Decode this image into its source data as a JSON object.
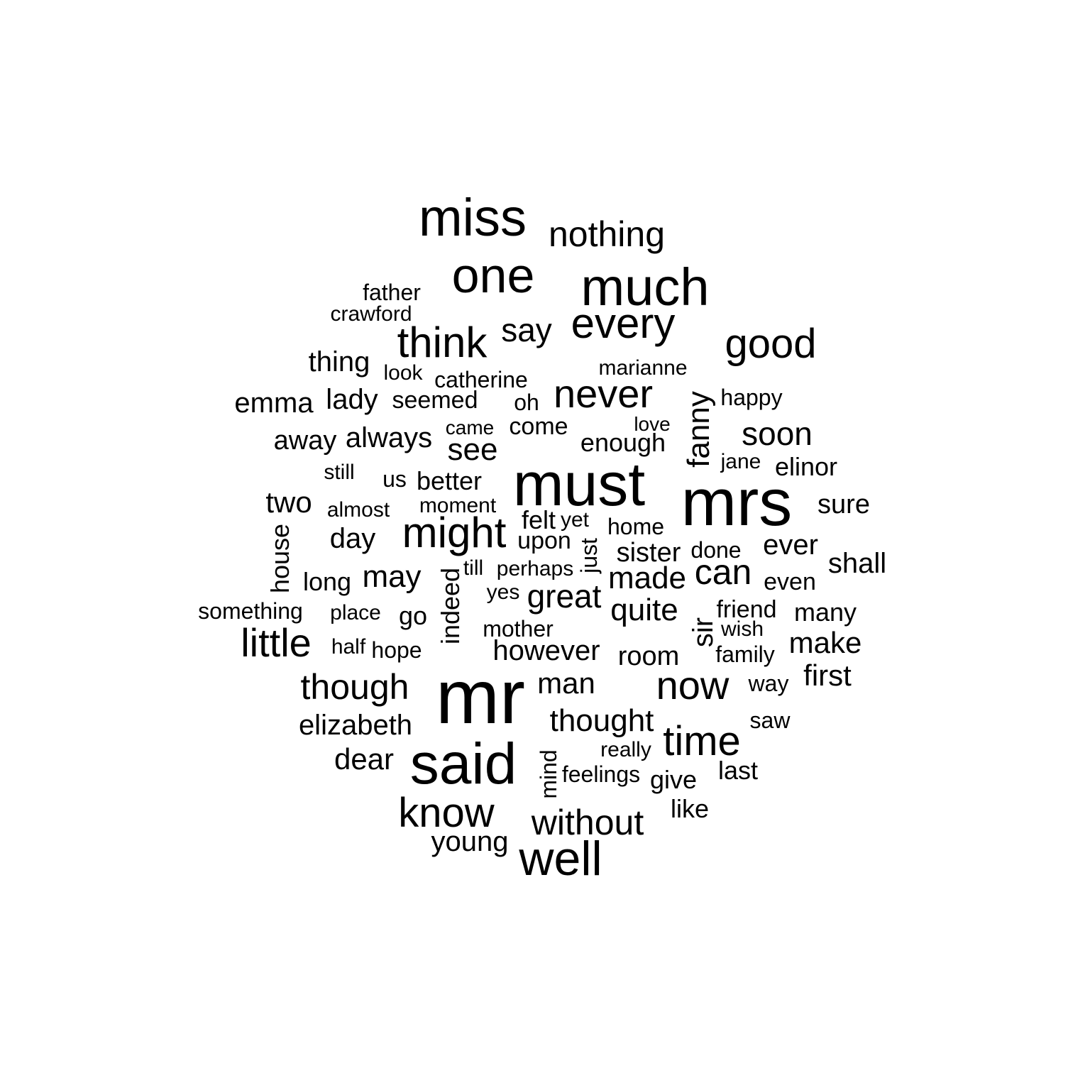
{
  "words": [
    "mr",
    "mrs",
    "must",
    "said",
    "miss",
    "much",
    "one",
    "well",
    "might",
    "every",
    "think",
    "know",
    "time",
    "good",
    "never",
    "now",
    "little",
    "nothing",
    "without",
    "though",
    "can",
    "great",
    "soon",
    "say",
    "thought",
    "quite",
    "made",
    "fanny",
    "may",
    "see",
    "man",
    "however",
    "dear",
    "make",
    "first",
    "elizabeth",
    "young",
    "always",
    "emma",
    "shall",
    "ever",
    "sir",
    "lady",
    "sister",
    "two",
    "room",
    "sure",
    "day",
    "better",
    "away",
    "something",
    "thing",
    "come",
    "many",
    "elinor",
    "house",
    "give",
    "enough",
    "long",
    "seemed",
    "like",
    "just",
    "go",
    "catherine",
    "indeed",
    "last",
    "upon",
    "friend",
    "mind",
    "mother",
    "felt",
    "feelings",
    "even",
    "happy",
    "home",
    "done",
    "family",
    "came",
    "wish",
    "hope",
    "perhaps",
    "place",
    "jane",
    "father",
    "marianne",
    "really",
    "crawford",
    "yet",
    "saw",
    "almost",
    "way",
    "moment",
    "oh",
    "still",
    "love",
    "half",
    "look",
    "yes",
    "us",
    "till"
  ]
}
